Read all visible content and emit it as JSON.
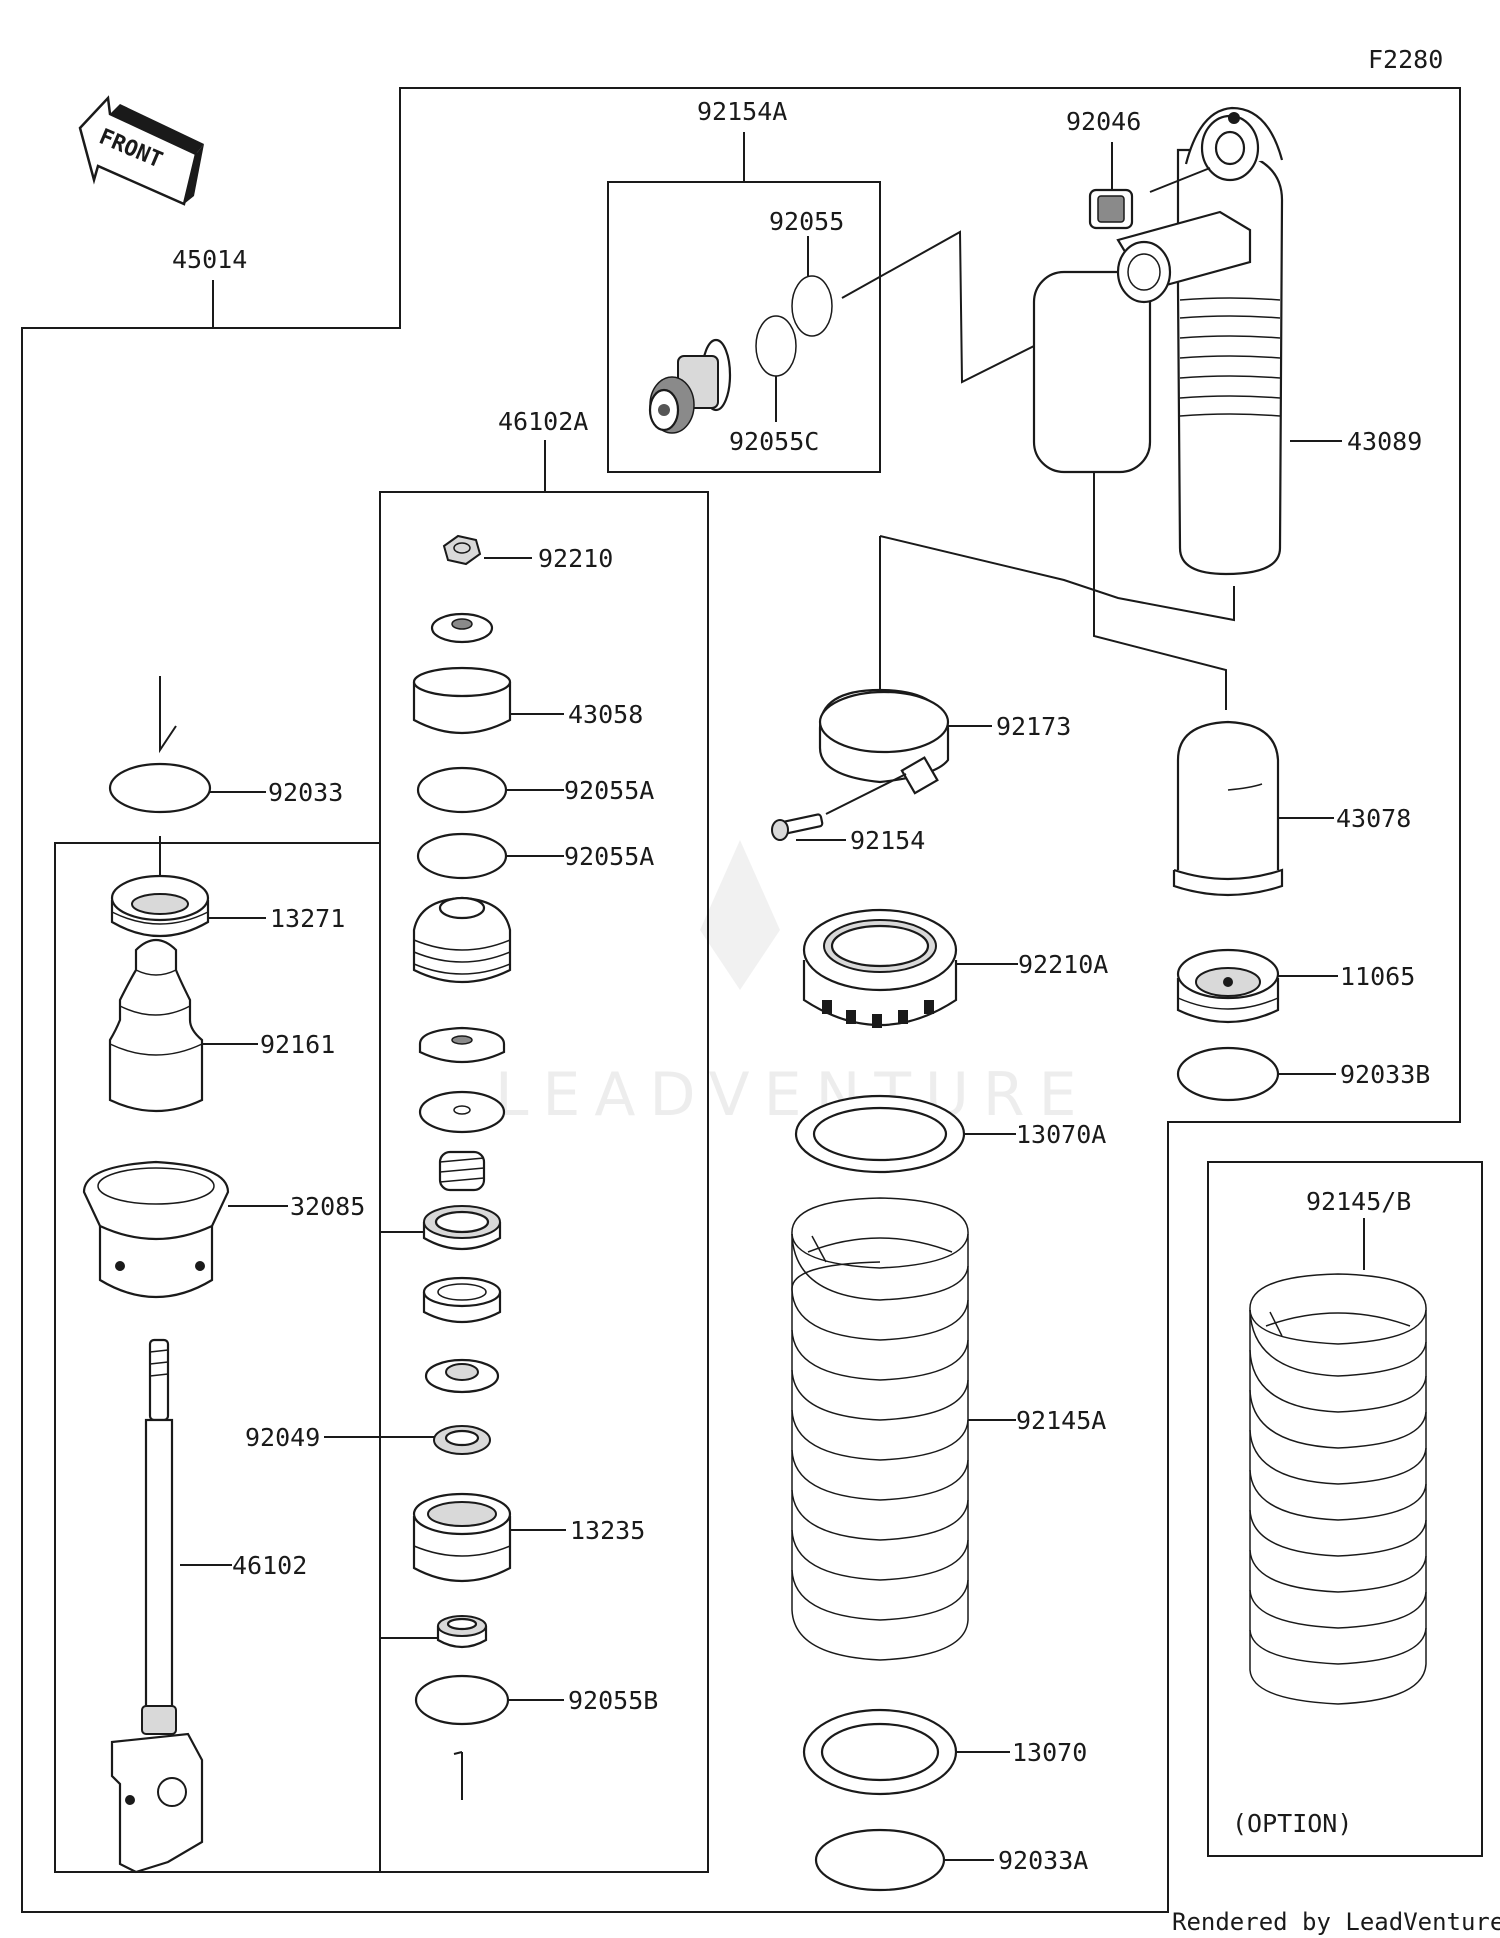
{
  "diagram": {
    "code": "F2280",
    "front_label": "FRONT",
    "watermark": "LEADVENTURE",
    "credit": "Rendered by LeadVenture, Inc.",
    "option_label": "(OPTION)",
    "parts": {
      "p45014": "45014",
      "p92154A": "92154A",
      "p92055": "92055",
      "p92055C": "92055C",
      "p92046": "92046",
      "p43089": "43089",
      "p46102A": "46102A",
      "p92210": "92210",
      "p43058": "43058",
      "p92055A_1": "92055A",
      "p92055A_2": "92055A",
      "p92033": "92033",
      "p13271": "13271",
      "p92161": "92161",
      "p32085": "32085",
      "p92049": "92049",
      "p46102": "46102",
      "p13235": "13235",
      "p92055B": "92055B",
      "p92173": "92173",
      "p92154": "92154",
      "p92210A": "92210A",
      "p13070A": "13070A",
      "p92145A": "92145A",
      "p13070": "13070",
      "p92033A": "92033A",
      "p43078": "43078",
      "p11065": "11065",
      "p92033B": "92033B",
      "p92145B": "92145/B"
    }
  }
}
